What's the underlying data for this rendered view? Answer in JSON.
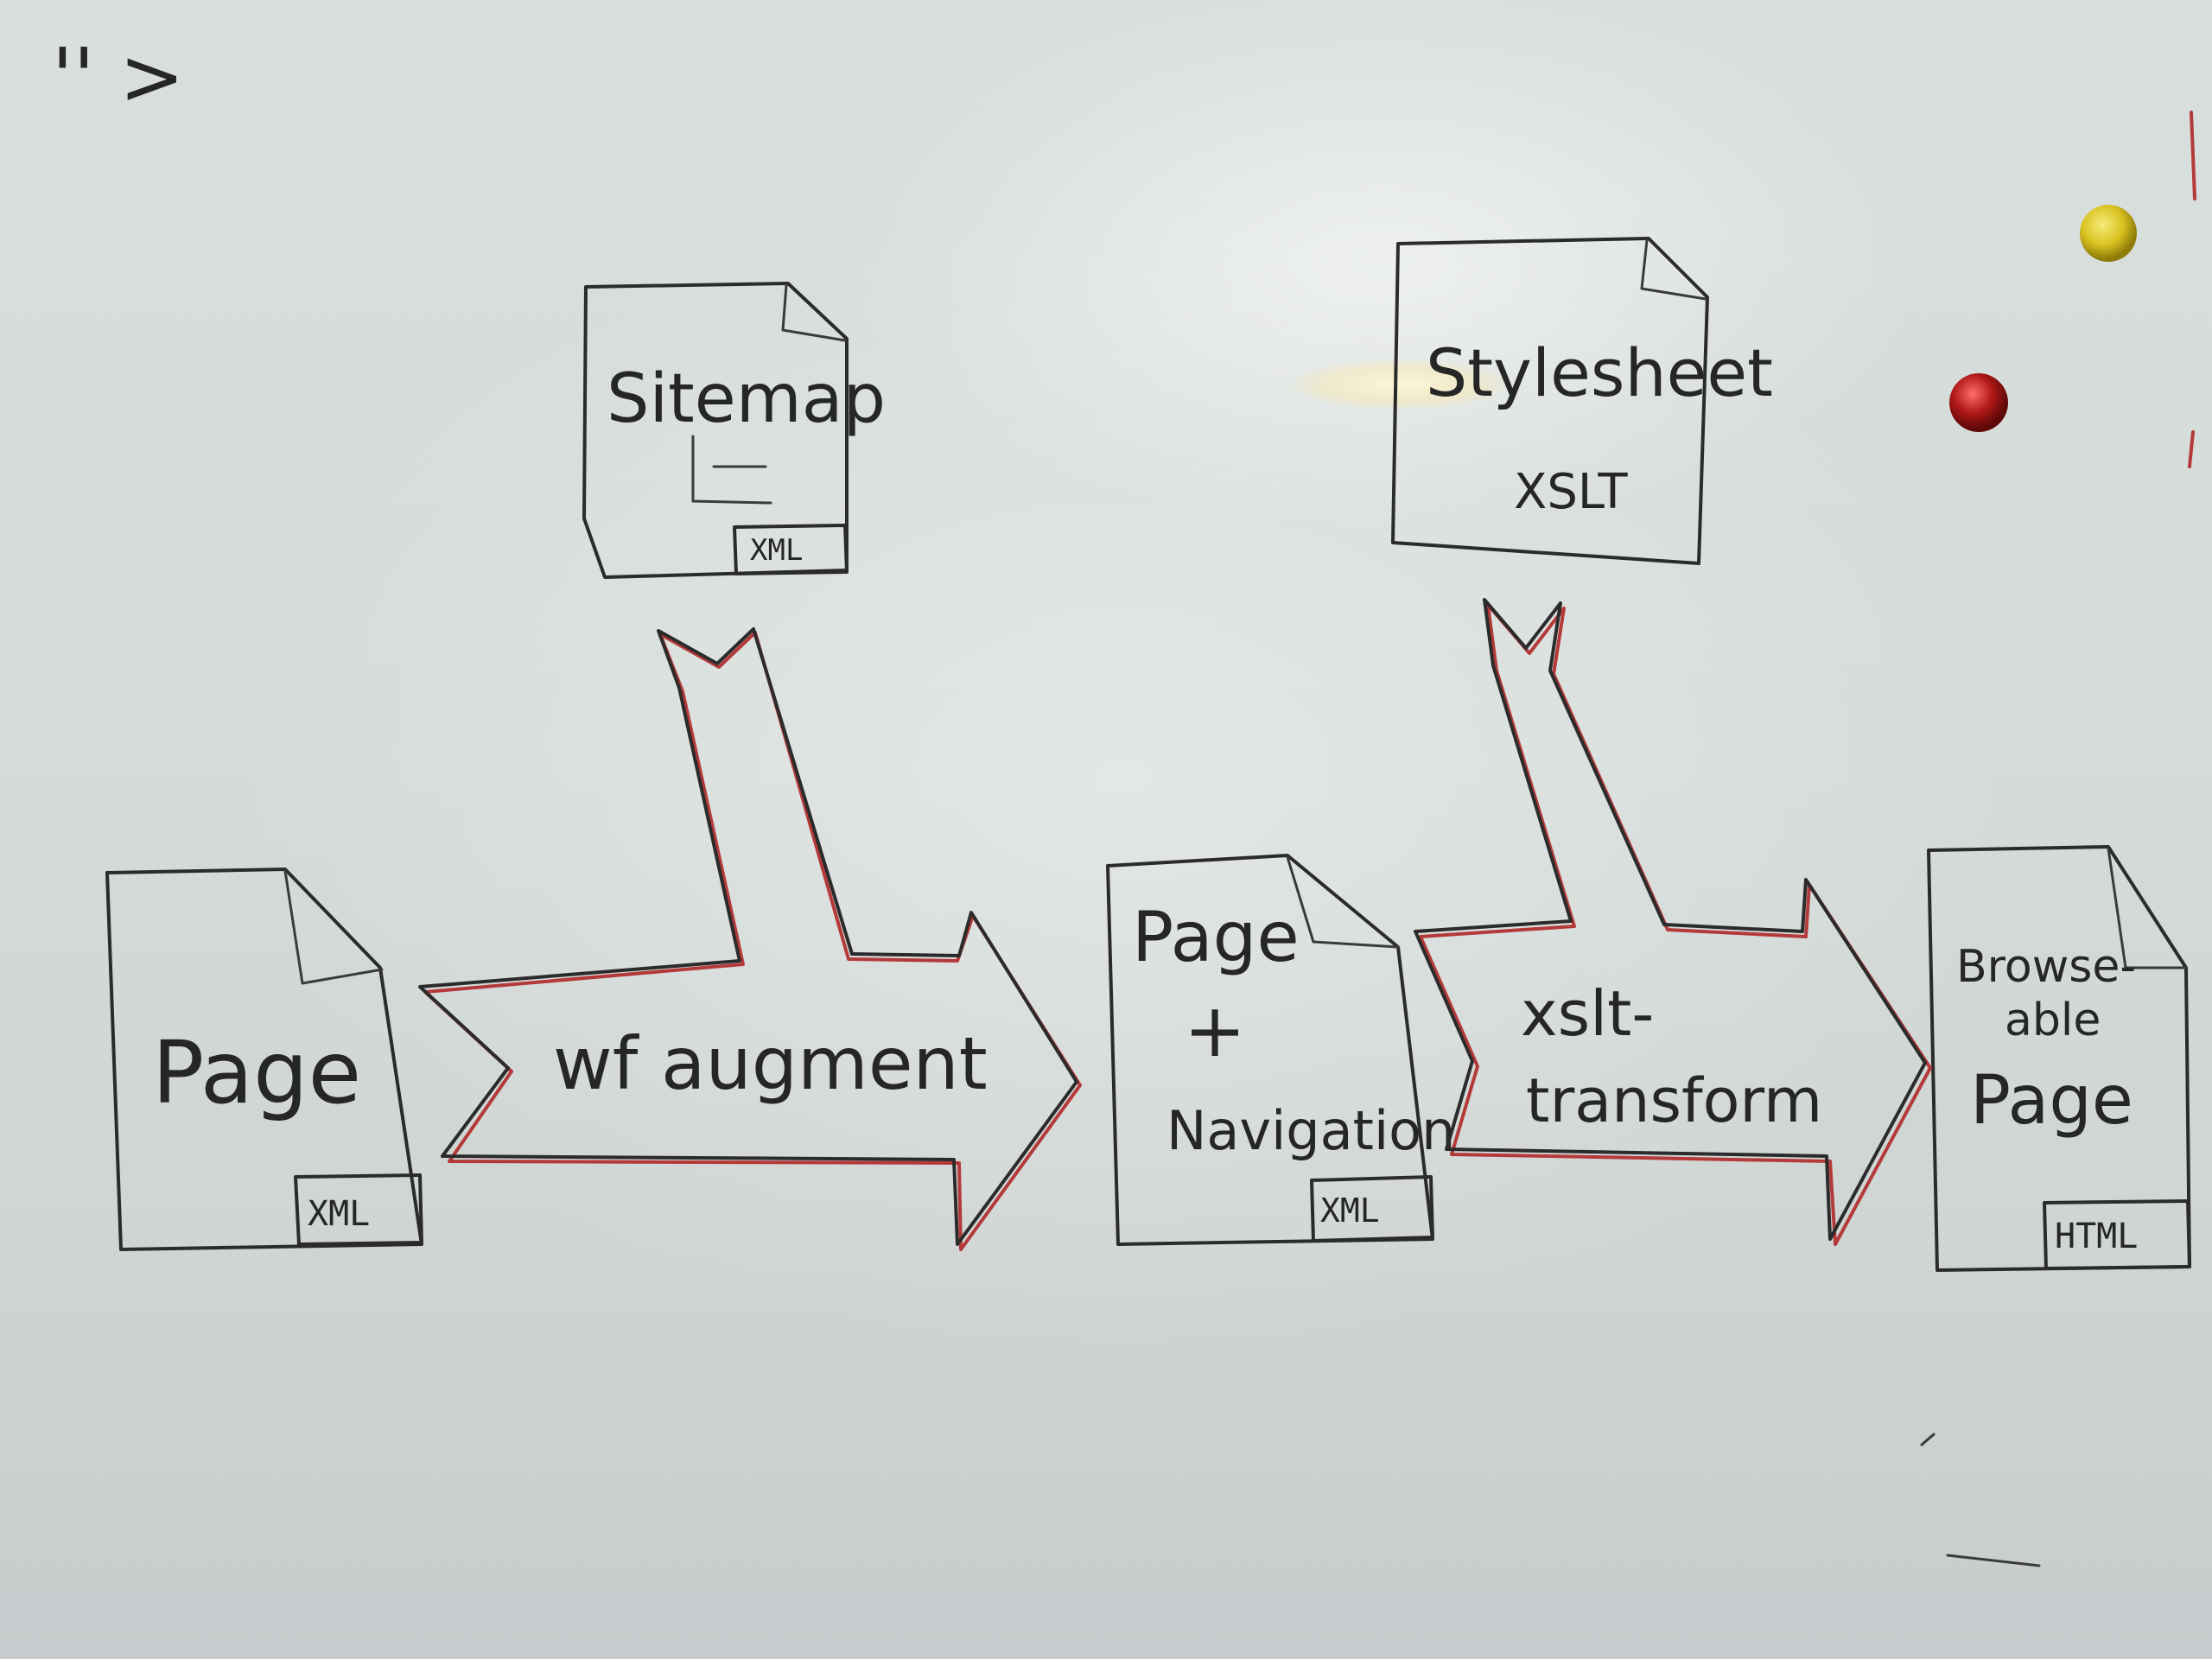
{
  "header_scribble": "'' >",
  "documents": {
    "sitemap": {
      "title": "Sitemap",
      "tag": "XML"
    },
    "stylesheet": {
      "title": "Stylesheet",
      "sub": "XSLT"
    },
    "page": {
      "title": "Page",
      "tag": "XML"
    },
    "page_nav": {
      "line1": "Page",
      "line2": "+",
      "line3": "Navigation",
      "tag": "XML"
    },
    "browseable": {
      "line1": "Browse-",
      "line2": "able",
      "line3": "Page",
      "tag": "HTML"
    }
  },
  "arrows": {
    "augment": {
      "label": "wf augment"
    },
    "transform": {
      "line1": "xslt-",
      "line2": "transform"
    }
  },
  "colors": {
    "ink": "#2b2b2b",
    "arrow_red": "#b43a3a",
    "magnet_yellow": "#d8c21f",
    "magnet_red": "#b01818"
  }
}
